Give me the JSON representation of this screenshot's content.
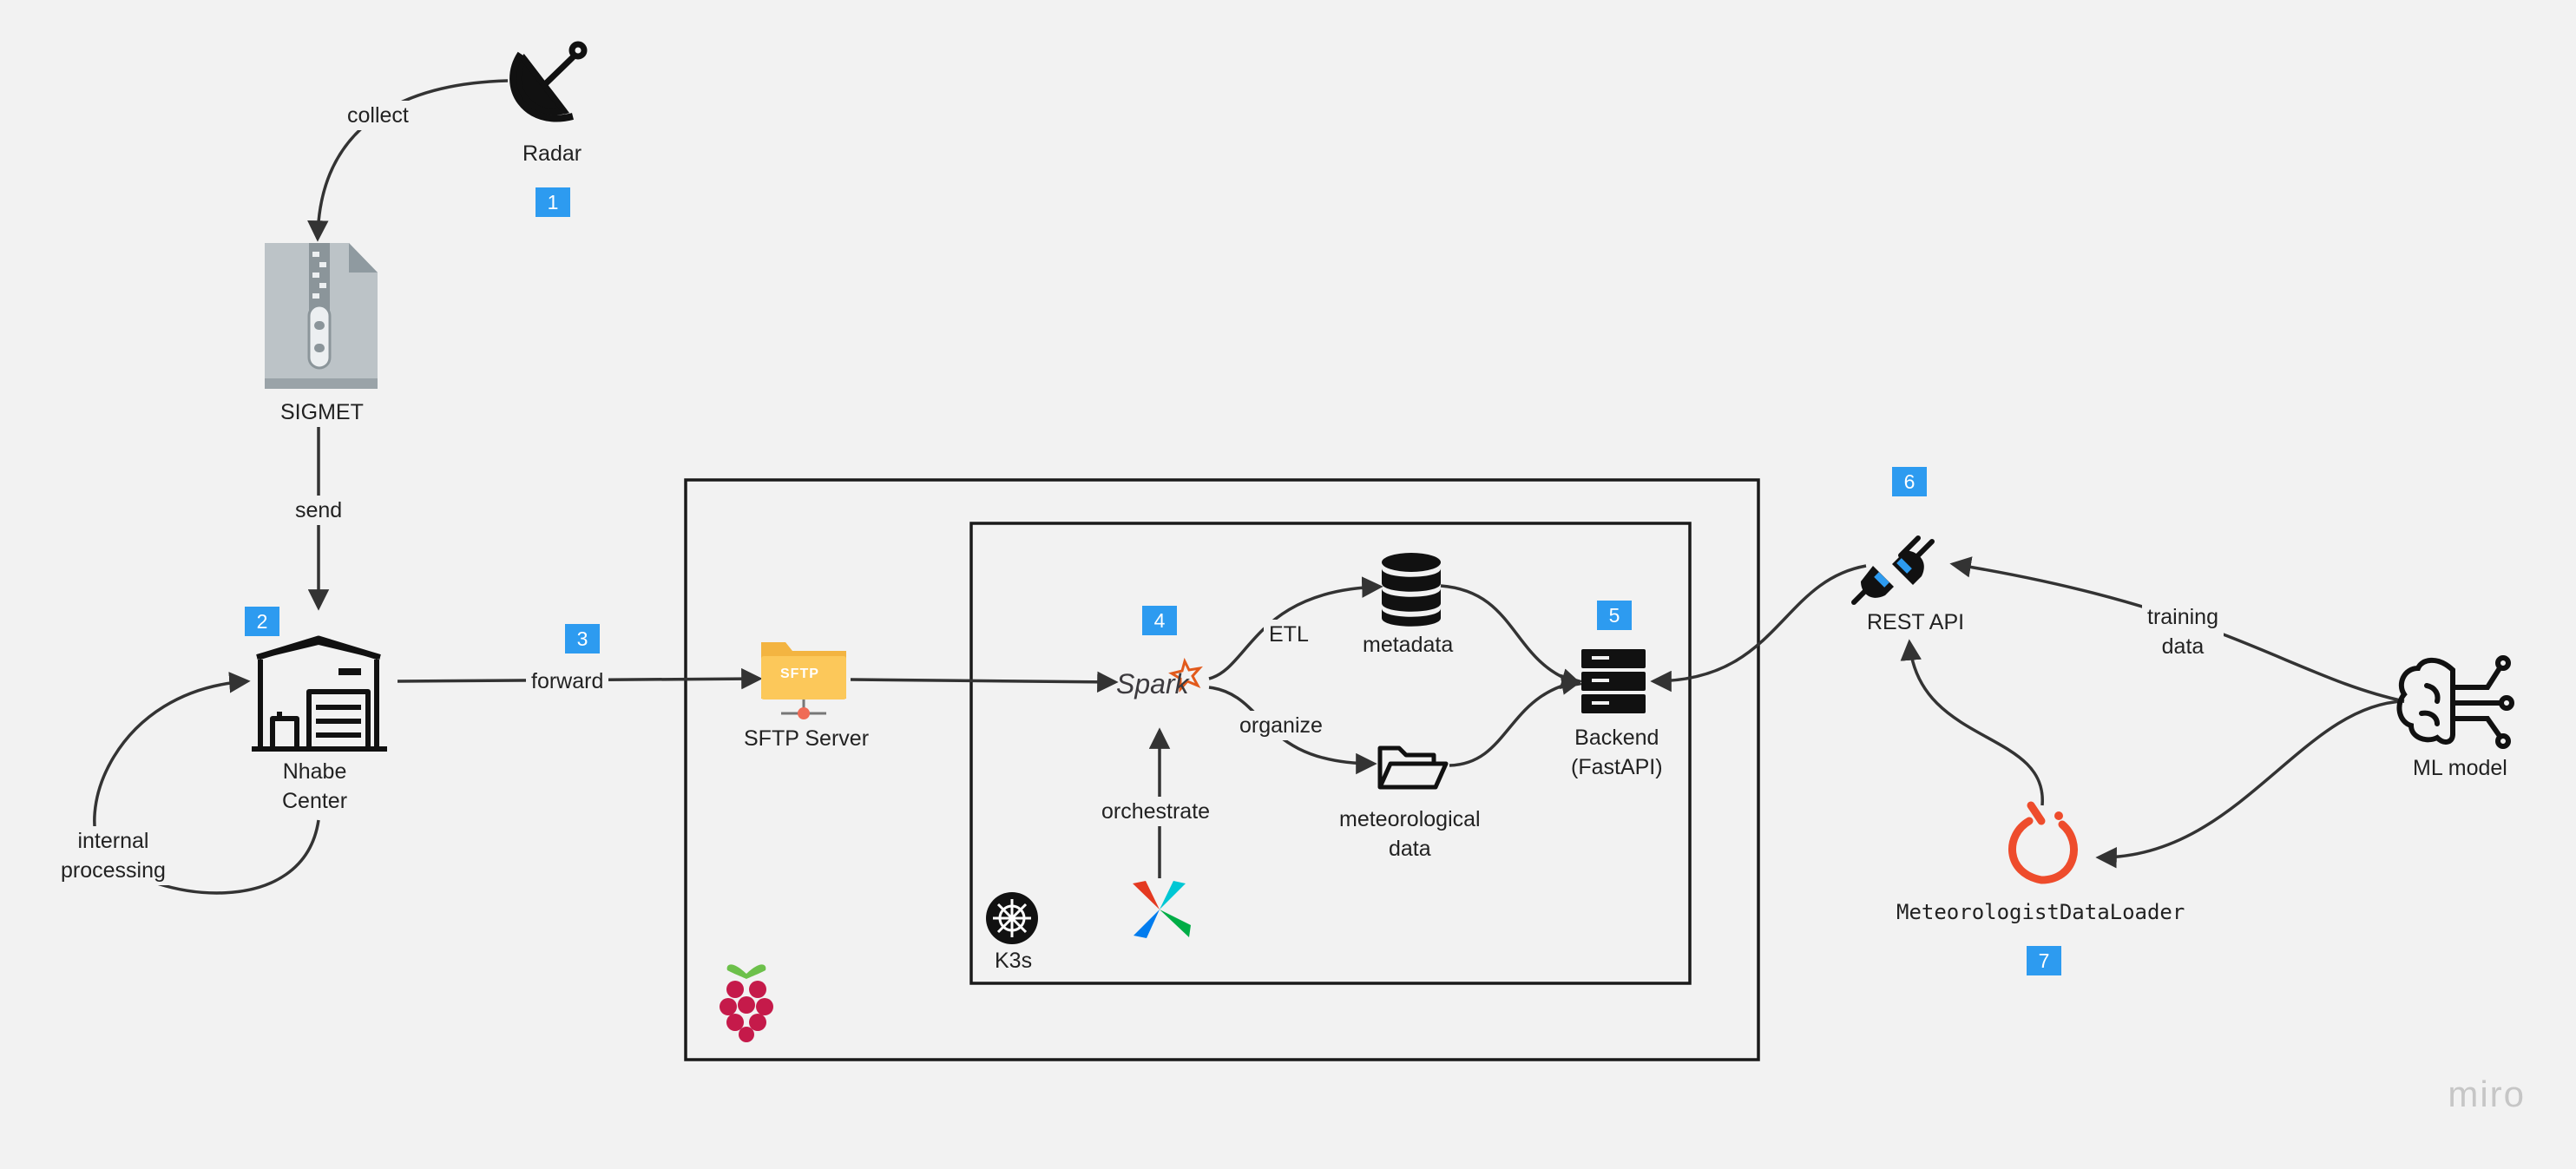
{
  "nodes": {
    "radar": "Radar",
    "sigmet": "SIGMET",
    "nhabe_center": "Nhabe\nCenter",
    "sftp_server": "SFTP Server",
    "sftp_folder_text": "SFTP",
    "spark_logo_text": "Spark",
    "metadata": "metadata",
    "meteorological_data": "meteorological\ndata",
    "backend": "Backend\n(FastAPI)",
    "k3s": "K3s",
    "rest_api": "REST API",
    "ml_model": "ML model",
    "data_loader": "MeteorologistDataLoader"
  },
  "edges": {
    "collect": "collect",
    "send": "send",
    "forward": "forward",
    "internal_processing": "internal\nprocessing",
    "etl": "ETL",
    "organize": "organize",
    "orchestrate": "orchestrate",
    "training_data": "training\ndata"
  },
  "badges": {
    "b1": "1",
    "b2": "2",
    "b3": "3",
    "b4": "4",
    "b5": "5",
    "b6": "6",
    "b7": "7"
  },
  "watermark": "miro",
  "colors": {
    "background": "#f2f2f2",
    "badge": "#2d9bf0",
    "sftp_folder": "#fcc85a",
    "pytorch": "#ee4c2c",
    "raspberry": "#c51a4a"
  }
}
